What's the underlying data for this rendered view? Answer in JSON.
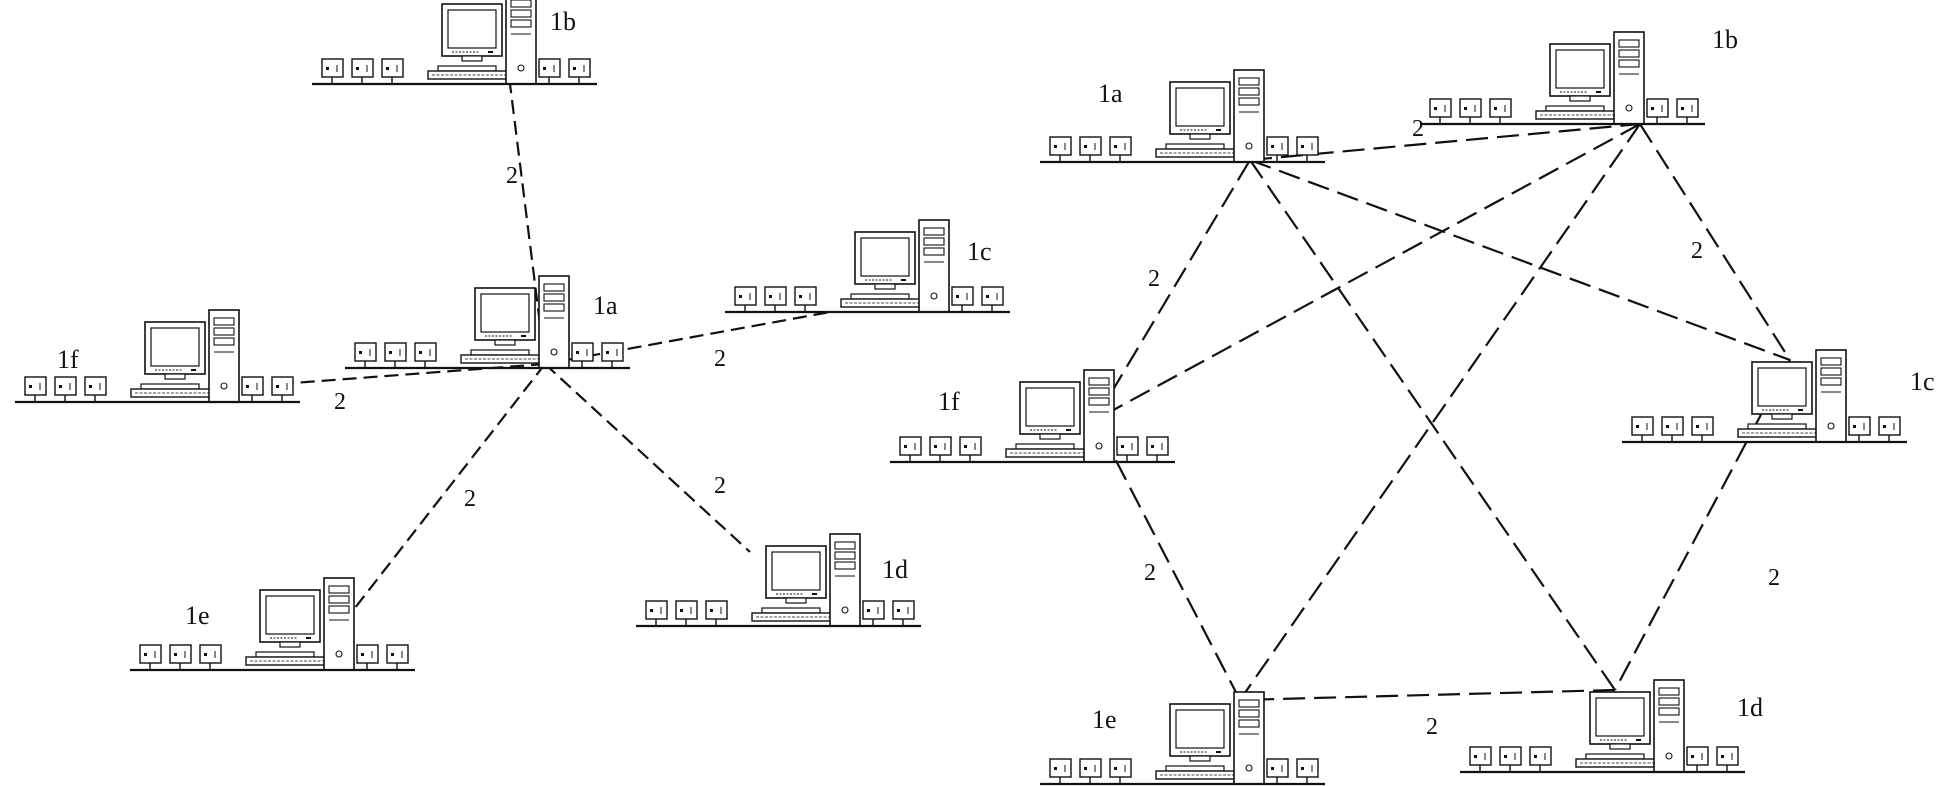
{
  "networks": [
    {
      "topology": "star",
      "nodes": [
        {
          "id": "1a",
          "label": "1a"
        },
        {
          "id": "1b",
          "label": "1b"
        },
        {
          "id": "1c",
          "label": "1c"
        },
        {
          "id": "1d",
          "label": "1d"
        },
        {
          "id": "1e",
          "label": "1e"
        },
        {
          "id": "1f",
          "label": "1f"
        }
      ],
      "links": [
        {
          "from": "1a",
          "to": "1b",
          "label": "2"
        },
        {
          "from": "1a",
          "to": "1c",
          "label": "2"
        },
        {
          "from": "1a",
          "to": "1d",
          "label": "2"
        },
        {
          "from": "1a",
          "to": "1e",
          "label": "2"
        },
        {
          "from": "1a",
          "to": "1f",
          "label": "2"
        }
      ]
    },
    {
      "topology": "mesh",
      "nodes": [
        {
          "id": "1a",
          "label": "1a"
        },
        {
          "id": "1b",
          "label": "1b"
        },
        {
          "id": "1c",
          "label": "1c"
        },
        {
          "id": "1d",
          "label": "1d"
        },
        {
          "id": "1e",
          "label": "1e"
        },
        {
          "id": "1f",
          "label": "1f"
        }
      ],
      "links": [
        {
          "from": "1a",
          "to": "1b",
          "label": "2"
        },
        {
          "from": "1b",
          "to": "1c",
          "label": "2"
        },
        {
          "from": "1c",
          "to": "1d",
          "label": "2"
        },
        {
          "from": "1d",
          "to": "1e",
          "label": "2"
        },
        {
          "from": "1e",
          "to": "1f",
          "label": "2"
        },
        {
          "from": "1f",
          "to": "1a",
          "label": "2"
        },
        {
          "from": "1a",
          "to": "1c",
          "label": ""
        },
        {
          "from": "1a",
          "to": "1d",
          "label": ""
        },
        {
          "from": "1b",
          "to": "1f",
          "label": ""
        },
        {
          "from": "1b",
          "to": "1e",
          "label": ""
        }
      ]
    }
  ]
}
